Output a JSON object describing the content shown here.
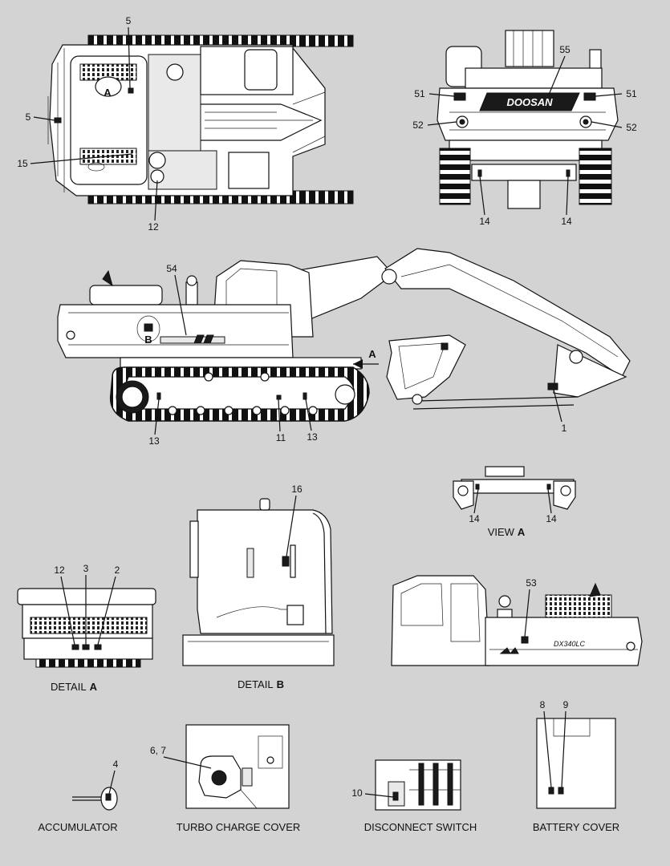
{
  "top_view": {
    "callouts": [
      "5",
      "5",
      "15",
      "12"
    ],
    "marker": "A"
  },
  "rear_view": {
    "brand": "DOOSAN",
    "callouts": [
      "55",
      "51",
      "51",
      "52",
      "52",
      "14",
      "14"
    ]
  },
  "side_view": {
    "callouts": [
      "54",
      "13",
      "11",
      "13",
      "1"
    ],
    "marker_b": "B",
    "marker_a": "A"
  },
  "view_a": {
    "callouts": [
      "14",
      "14"
    ],
    "caption_text": "VIEW",
    "caption_letter": "A"
  },
  "detail_a": {
    "callouts": [
      "12",
      "3",
      "2"
    ],
    "caption_text": "DETAIL",
    "caption_letter": "A"
  },
  "detail_b": {
    "callouts": [
      "16"
    ],
    "caption_text": "DETAIL",
    "caption_letter": "B"
  },
  "side_view_2": {
    "callouts": [
      "53"
    ],
    "model_badge": "DX340LC"
  },
  "accumulator": {
    "callout": "4",
    "caption": "ACCUMULATOR"
  },
  "turbo_cover": {
    "callout": "6, 7",
    "caption": "TURBO CHARGE COVER"
  },
  "disconnect_switch": {
    "callout": "10",
    "caption": "DISCONNECT SWITCH"
  },
  "battery_cover": {
    "callouts": [
      "8",
      "9"
    ],
    "caption": "BATTERY COVER"
  }
}
